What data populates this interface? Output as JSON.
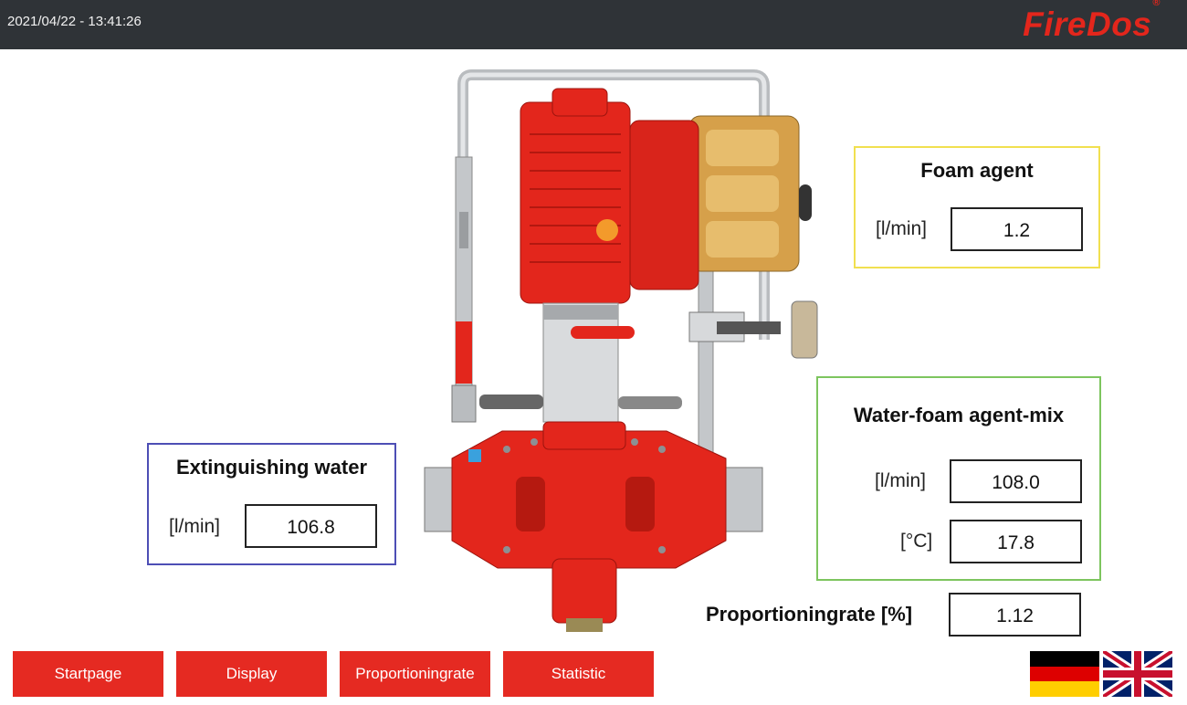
{
  "header": {
    "datetime": "2021/04/22 - 13:41:26",
    "logo_text": "FireDos",
    "logo_mark": "®",
    "background_color": "#2f3337",
    "brand_color": "#e3261c"
  },
  "foam_agent": {
    "title": "Foam agent",
    "unit": "[l/min]",
    "value": "1.2",
    "border_color": "#f1e050"
  },
  "extinguishing_water": {
    "title": "Extinguishing water",
    "unit": "[l/min]",
    "value": "106.8",
    "border_color": "#4d4eb5"
  },
  "mix": {
    "title": "Water-foam agent-mix",
    "flow_unit": "[l/min]",
    "flow_value": "108.0",
    "temp_unit": "[°C]",
    "temp_value": "17.8",
    "border_color": "#7dc55e"
  },
  "proportioning": {
    "label": "Proportioningrate [%]",
    "value": "1.12"
  },
  "nav": {
    "startpage": "Startpage",
    "display": "Display",
    "proportioningrate": "Proportioningrate",
    "statistic": "Statistic",
    "button_color": "#e52a22"
  },
  "languages": {
    "german_flag": "german-flag-icon",
    "uk_flag": "uk-flag-icon"
  }
}
